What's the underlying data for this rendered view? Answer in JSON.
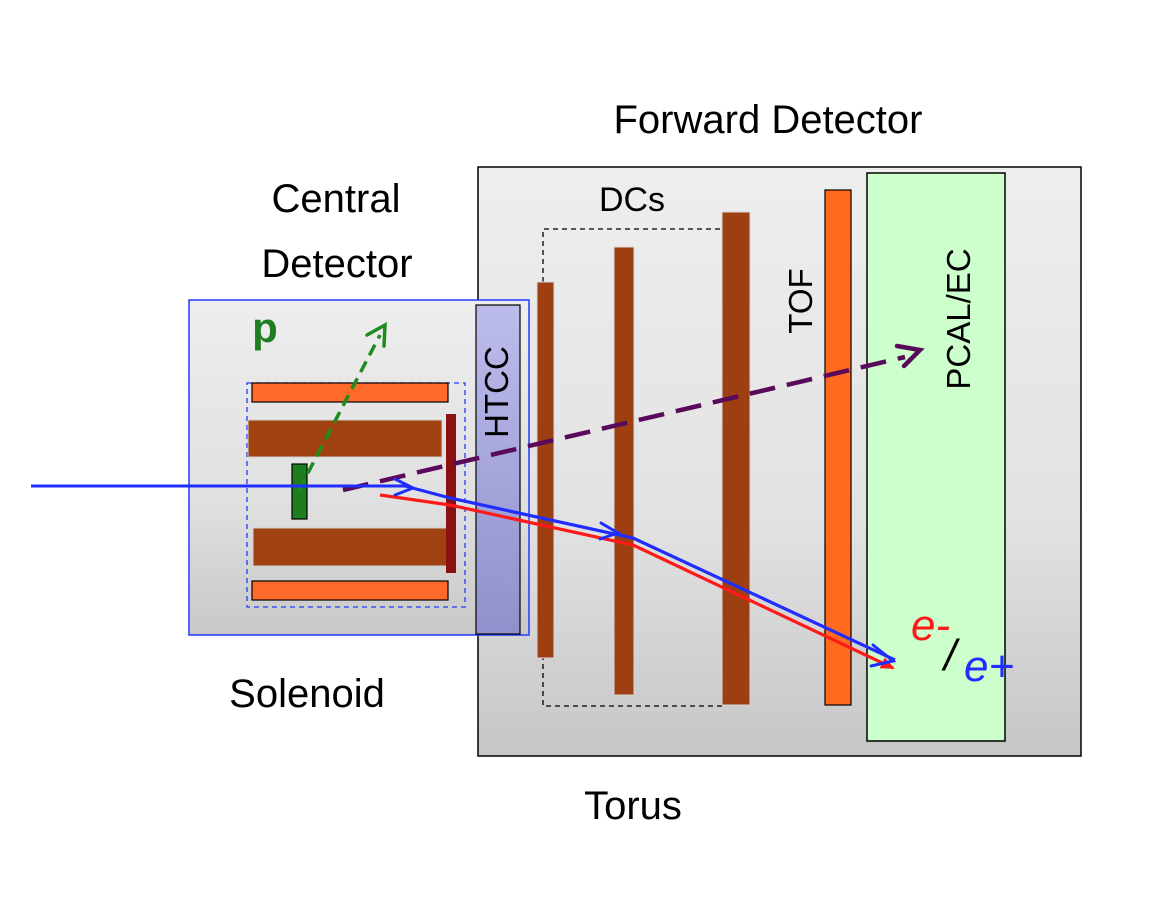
{
  "labels": {
    "forward_detector": "Forward Detector",
    "central_line1": "Central",
    "central_line2": "Detector",
    "dcs": "DCs",
    "htcc": "HTCC",
    "tof": "TOF",
    "pcal_ec": "PCAL/EC",
    "proton": "p",
    "electron": "e-",
    "slash": "/",
    "positron": "e+",
    "solenoid": "Solenoid",
    "torus": "Torus"
  },
  "colors": {
    "forward_box": "#e2e2e2",
    "central_box_border": "#1f3bff",
    "htcc": "#a8a8e0",
    "tof": "#ff6a1f",
    "pcal": "#ccffcc",
    "dc_bar": "#9e3f12",
    "solenoid_bar": "#a0420f",
    "coil": "#ff6a2a",
    "target": "#1e7d1e",
    "wall": "#8b1010",
    "beam": "#1f2eff",
    "electron_track": "#ff1a1a",
    "proton_track": "#1e8c1e",
    "neutral_track": "#5a0a5a"
  }
}
